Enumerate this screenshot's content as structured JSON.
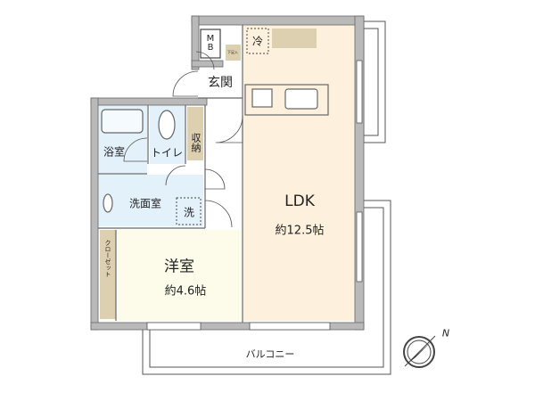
{
  "rooms": {
    "ldk": {
      "name": "LDK",
      "size": "約12.5帖"
    },
    "western": {
      "name": "洋室",
      "size": "約4.6帖"
    },
    "entrance": {
      "name": "玄関"
    },
    "bath": {
      "name": "浴室"
    },
    "toilet": {
      "name": "トイレ"
    },
    "storage": {
      "name": "収納"
    },
    "washroom": {
      "name": "洗面室"
    },
    "washer": {
      "name": "洗"
    },
    "fridge": {
      "name": "冷"
    },
    "closet": {
      "name": "クローゼット"
    },
    "mb": {
      "name": "MB"
    },
    "shoe": {
      "name": "下足入"
    },
    "balcony": {
      "name": "バルコニー"
    }
  },
  "compass": {
    "label": "N"
  },
  "colors": {
    "ldk": "#fdf1dd",
    "western": "#fdfbe9",
    "wet": "#e3f1fb",
    "storage": "#ddd0b0",
    "wall": "#b9b9b9"
  }
}
